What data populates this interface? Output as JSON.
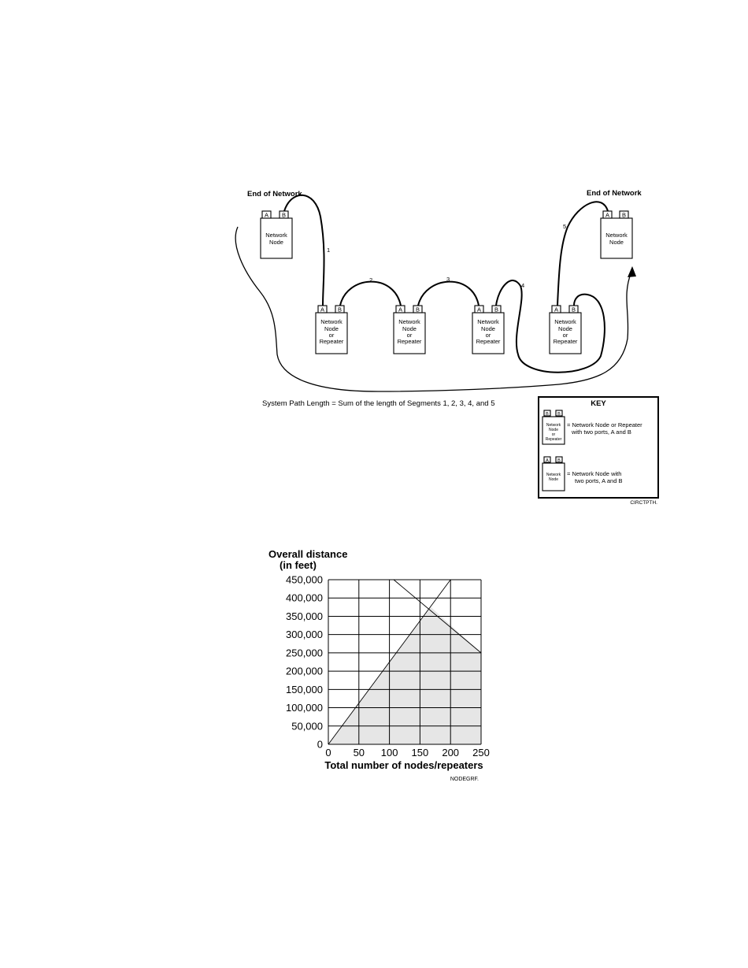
{
  "diagram": {
    "left_end_label": "End of Network",
    "right_end_label": "End of Network",
    "port_a": "A",
    "port_b": "B",
    "node_label_lines": [
      "Network",
      "Node"
    ],
    "repeater_label_lines": [
      "Network",
      "Node",
      "or",
      "Repeater"
    ],
    "segments": [
      "1",
      "2",
      "3",
      "4",
      "5"
    ],
    "caption": "System Path Length = Sum of the length of Segments 1, 2, 3, 4, and 5",
    "figure_id": "CIRCTPTH.",
    "key": {
      "title": "KEY",
      "repeater_desc_lines": [
        "= Network Node or Repeater",
        "with two ports, A and B"
      ],
      "node_desc_lines": [
        "= Network Node with",
        "two ports, A and B"
      ]
    }
  },
  "chart_data": {
    "type": "area",
    "ylabel_lines": [
      "Overall distance",
      "(in feet)"
    ],
    "xlabel": "Total number of nodes/repeaters",
    "figure_id": "NODEGRF.",
    "x_ticks": [
      0,
      50,
      100,
      150,
      200,
      250
    ],
    "x_tick_labels": [
      "0",
      "50",
      "100",
      "150",
      "200",
      "250"
    ],
    "y_ticks": [
      0,
      50000,
      100000,
      150000,
      200000,
      250000,
      300000,
      350000,
      400000,
      450000
    ],
    "y_tick_labels": [
      "0",
      "50,000",
      "100,000",
      "150,000",
      "200,000",
      "250,000",
      "300,000",
      "350,000",
      "400,000",
      "450,000"
    ],
    "xlim": [
      0,
      250
    ],
    "ylim": [
      0,
      450000
    ],
    "grid": true,
    "series": [
      {
        "x": [
          0,
          200
        ],
        "y": [
          0,
          450000
        ]
      },
      {
        "x": [
          107,
          250
        ],
        "y": [
          450000,
          250000
        ]
      }
    ],
    "shaded_region": {
      "x": [
        0,
        168,
        250,
        250
      ],
      "y": [
        0,
        375000,
        250000,
        0
      ]
    },
    "shade_color": "#e6e6e6"
  }
}
